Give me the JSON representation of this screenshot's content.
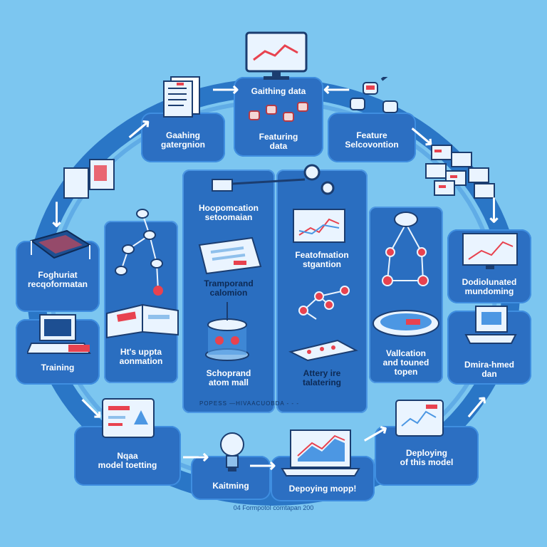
{
  "colors": {
    "background": "#7cc6f0",
    "ring": "#2a76c6",
    "box": "#2c6fc2",
    "accent": "#e8424f",
    "light": "#eaf4ff"
  },
  "nodes": {
    "top_center": "Gaithing data",
    "top_center_sub": "Featuring\ndata",
    "top_left": "Gaahing\ngatergnion",
    "top_right": "Feature\nSelcovontion",
    "left_upper": "Foghuriat\nrecqoformatan",
    "left_lower": "Training",
    "inner_left": "Ht's uppta\naonmation",
    "bottom_left": "Nqaa\nmodel toetting",
    "bottom_bulb": "Kaitming",
    "bottom_laptop": "Depoying mopp!",
    "bottom_right": "Deploying\nof this model",
    "right_upper": "Dodiolunated\nmundoming",
    "right_lower": "Dmira-hmed\ndan",
    "center_left_title": "Hoopomcation\nsetoomaian",
    "center_left_mid": "Tramporand\ncalomion",
    "center_left_bottom": "Schoprand\natom mall",
    "center_right_title": "Featofmation\nstgantion",
    "center_right_bottom": "Attery ire\ntalatering",
    "validation": "Vallcation\nand touned\ntopen",
    "center_footer": "POPESS —HIVAACUOBDA - - -",
    "caption": "04 Formpotol comtapan 200"
  },
  "icons": [
    "monitor-chart-icon",
    "documents-icon",
    "database-cylinders-icon",
    "server-boxes-icon",
    "stacked-blocks-icon",
    "mesh-grid-icon",
    "laptop-icon",
    "network-nodes-icon",
    "open-book-icon",
    "cylinder-tank-icon",
    "magnifier-icon",
    "chart-card-icon",
    "flow-graph-icon",
    "platter-icon",
    "cube-device-icon",
    "lightbulb-icon",
    "tablet-chart-icon"
  ]
}
